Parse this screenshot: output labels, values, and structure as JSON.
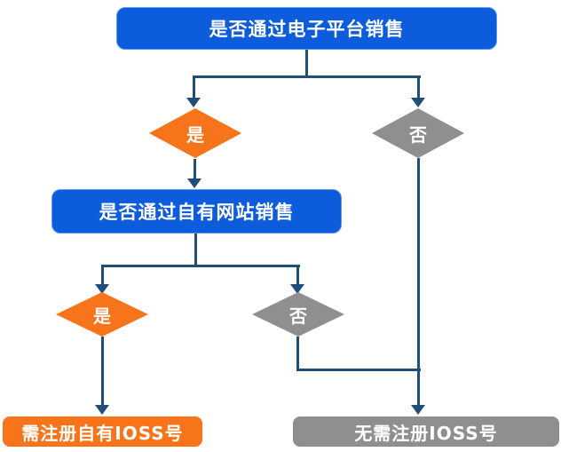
{
  "diagram": {
    "type": "flowchart",
    "language": "zh-CN",
    "background": "#ffffff",
    "colors": {
      "question_box": "#0d5cdb",
      "yes_diamond": "#f8741b",
      "no_diamond": "#8f8f8f",
      "result_positive": "#f8741b",
      "result_negative": "#8f8f8f",
      "connector": "#1f4e79",
      "text": "#ffffff"
    },
    "nodes": {
      "q1": {
        "kind": "question",
        "label": "是否通过电子平台销售",
        "color": "#0d5cdb"
      },
      "q1_yes": {
        "kind": "decision",
        "label": "是",
        "color": "#f8741b"
      },
      "q1_no": {
        "kind": "decision",
        "label": "否",
        "color": "#8f8f8f"
      },
      "q2": {
        "kind": "question",
        "label": "是否通过自有网站销售",
        "color": "#0d5cdb"
      },
      "q2_yes": {
        "kind": "decision",
        "label": "是",
        "color": "#f8741b"
      },
      "q2_no": {
        "kind": "decision",
        "label": "否",
        "color": "#8f8f8f"
      },
      "outcome_register": {
        "kind": "result",
        "label": "需注册自有IOSS号",
        "color": "#f8741b"
      },
      "outcome_no_register": {
        "kind": "result",
        "label": "无需注册IOSS号",
        "color": "#8f8f8f"
      }
    },
    "edges": [
      {
        "from": "q1",
        "to": "q1_yes"
      },
      {
        "from": "q1",
        "to": "q1_no"
      },
      {
        "from": "q1_yes",
        "to": "q2"
      },
      {
        "from": "q2",
        "to": "q2_yes"
      },
      {
        "from": "q2",
        "to": "q2_no"
      },
      {
        "from": "q2_yes",
        "to": "outcome_register"
      },
      {
        "from": "q2_no",
        "to": "outcome_no_register"
      },
      {
        "from": "q1_no",
        "to": "outcome_no_register"
      }
    ]
  }
}
